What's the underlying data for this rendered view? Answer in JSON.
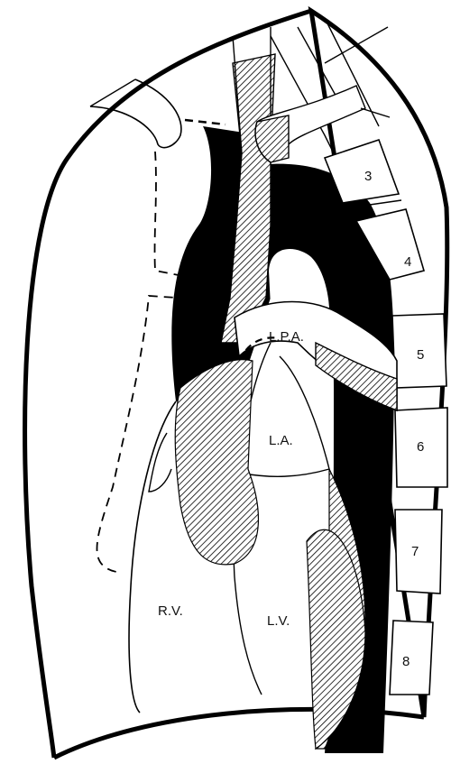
{
  "colors": {
    "ink": "#000000",
    "paper": "#ffffff",
    "hatch": "#000000"
  },
  "labels": {
    "lpa": "L.P.A.",
    "la": "L.A.",
    "rv": "R.V.",
    "lv": "L.V.",
    "rib3": "3",
    "rib4": "4",
    "rib5": "5",
    "rib6": "6",
    "rib7": "7",
    "rib8": "8"
  }
}
